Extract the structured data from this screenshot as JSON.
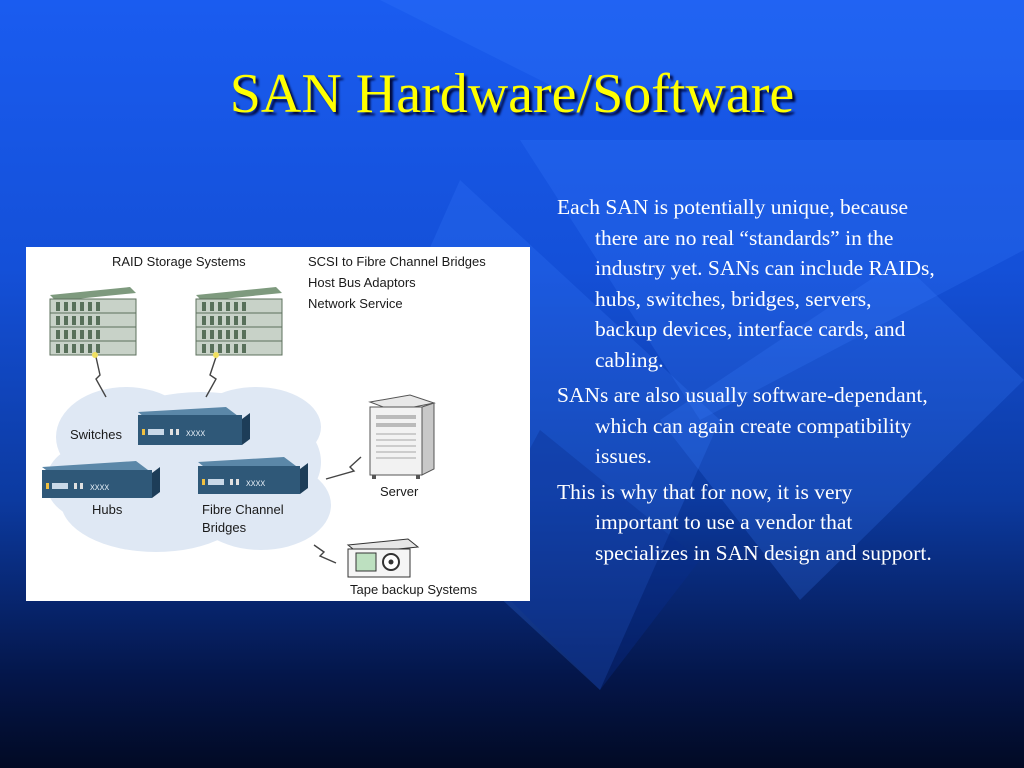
{
  "slide": {
    "title": "SAN Hardware/Software",
    "accent_color": "#ffff00",
    "background_color": "#1450d8"
  },
  "diagram": {
    "labels": {
      "raid": "RAID Storage Systems",
      "scsi": "SCSI to Fibre Channel Bridges",
      "hba": "Host Bus Adaptors",
      "network": "Network Service",
      "switches": "Switches",
      "hubs": "Hubs",
      "fibre1": "Fibre Channel",
      "fibre2": "Bridges",
      "server": "Server",
      "tape": "Tape backup Systems"
    },
    "device_label": "XXXX"
  },
  "bullets": [
    "Each SAN is potentially unique, because there are no real “standards” in the industry yet. SANs can include RAIDs, hubs, switches, bridges, servers, backup devices, interface cards, and cabling.",
    "SANs are also usually software-dependant, which can again create compatibility issues.",
    "This is why that for now, it is very important to use a vendor that specializes in SAN design and support."
  ]
}
